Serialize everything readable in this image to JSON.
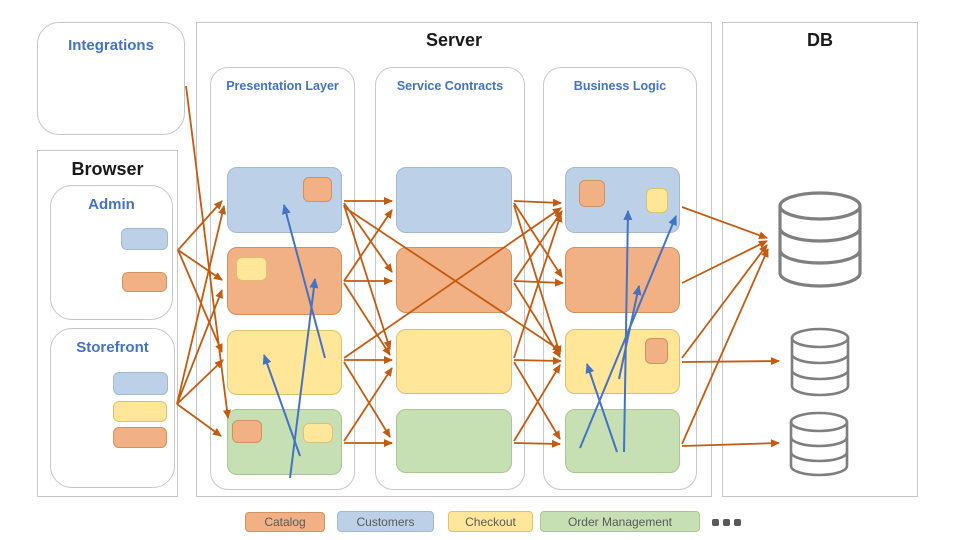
{
  "integrations": {
    "label": "Integrations"
  },
  "browser": {
    "label": "Browser",
    "admin": {
      "label": "Admin",
      "chips": [
        "customers",
        "catalog"
      ]
    },
    "storefront": {
      "label": "Storefront",
      "chips": [
        "customers",
        "checkout",
        "catalog"
      ]
    }
  },
  "server": {
    "label": "Server",
    "columns": [
      {
        "label": "Presentation Layer",
        "boxes": [
          {
            "module": "customers",
            "badges": [
              "catalog"
            ]
          },
          {
            "module": "catalog",
            "badges": [
              "checkout"
            ]
          },
          {
            "module": "checkout",
            "badges": []
          },
          {
            "module": "order",
            "badges": [
              "catalog",
              "checkout"
            ]
          }
        ]
      },
      {
        "label": "Service Contracts",
        "boxes": [
          {
            "module": "customers",
            "badges": []
          },
          {
            "module": "catalog",
            "badges": []
          },
          {
            "module": "checkout",
            "badges": []
          },
          {
            "module": "order",
            "badges": []
          }
        ]
      },
      {
        "label": "Business Logic",
        "boxes": [
          {
            "module": "customers",
            "badges": [
              "catalog",
              "checkout"
            ]
          },
          {
            "module": "catalog",
            "badges": []
          },
          {
            "module": "checkout",
            "badges": [
              "catalog"
            ]
          },
          {
            "module": "order",
            "badges": []
          }
        ]
      }
    ]
  },
  "db": {
    "label": "DB",
    "cylinders": 3
  },
  "legend": {
    "items": [
      {
        "label": "Catalog",
        "color": "#f2b184"
      },
      {
        "label": "Customers",
        "color": "#bcd0e8"
      },
      {
        "label": "Checkout",
        "color": "#ffe699"
      },
      {
        "label": "Order Management",
        "color": "#c6e0b4"
      }
    ],
    "more_indicator": "ellipsis-dots"
  },
  "colors": {
    "arrow_orange": "#c55a11",
    "arrow_blue": "#4472c4",
    "label_blue": "#4472c4",
    "container_border": "#c6c6c6",
    "db_cylinder": "#7f7f7f",
    "legend_text": "#595959"
  },
  "edges": {
    "orange": [
      [
        186,
        86,
        228,
        418
      ],
      [
        178,
        250,
        222,
        201
      ],
      [
        178,
        250,
        222,
        280
      ],
      [
        178,
        250,
        222,
        352
      ],
      [
        177,
        404,
        224,
        206
      ],
      [
        177,
        404,
        222,
        290
      ],
      [
        177,
        404,
        223,
        360
      ],
      [
        177,
        404,
        221,
        436
      ],
      [
        344,
        201,
        392,
        201
      ],
      [
        344,
        203,
        392,
        272
      ],
      [
        344,
        205,
        390,
        349
      ],
      [
        344,
        281,
        392,
        210
      ],
      [
        344,
        281,
        392,
        281
      ],
      [
        344,
        283,
        390,
        355
      ],
      [
        344,
        360,
        392,
        360
      ],
      [
        344,
        362,
        390,
        437
      ],
      [
        344,
        443,
        392,
        443
      ],
      [
        344,
        441,
        392,
        368
      ],
      [
        344,
        207,
        561,
        351
      ],
      [
        344,
        358,
        561,
        208
      ],
      [
        514,
        201,
        561,
        203
      ],
      [
        514,
        203,
        562,
        277
      ],
      [
        514,
        205,
        560,
        354
      ],
      [
        514,
        281,
        562,
        211
      ],
      [
        514,
        281,
        563,
        283
      ],
      [
        514,
        283,
        560,
        357
      ],
      [
        514,
        358,
        561,
        214
      ],
      [
        514,
        360,
        561,
        361
      ],
      [
        514,
        362,
        560,
        439
      ],
      [
        514,
        441,
        560,
        365
      ],
      [
        514,
        443,
        560,
        444
      ],
      [
        682,
        207,
        767,
        238
      ],
      [
        682,
        283,
        767,
        241
      ],
      [
        682,
        358,
        767,
        245
      ],
      [
        682,
        444,
        768,
        249
      ],
      [
        682,
        362,
        779,
        361
      ],
      [
        682,
        446,
        779,
        443
      ]
    ],
    "blue": [
      [
        325,
        358,
        284,
        205
      ],
      [
        290,
        478,
        315,
        279
      ],
      [
        300,
        456,
        264,
        355
      ],
      [
        580,
        448,
        676,
        216
      ],
      [
        617,
        452,
        587,
        364
      ],
      [
        619,
        379,
        639,
        286
      ],
      [
        624,
        452,
        628,
        211
      ]
    ]
  }
}
